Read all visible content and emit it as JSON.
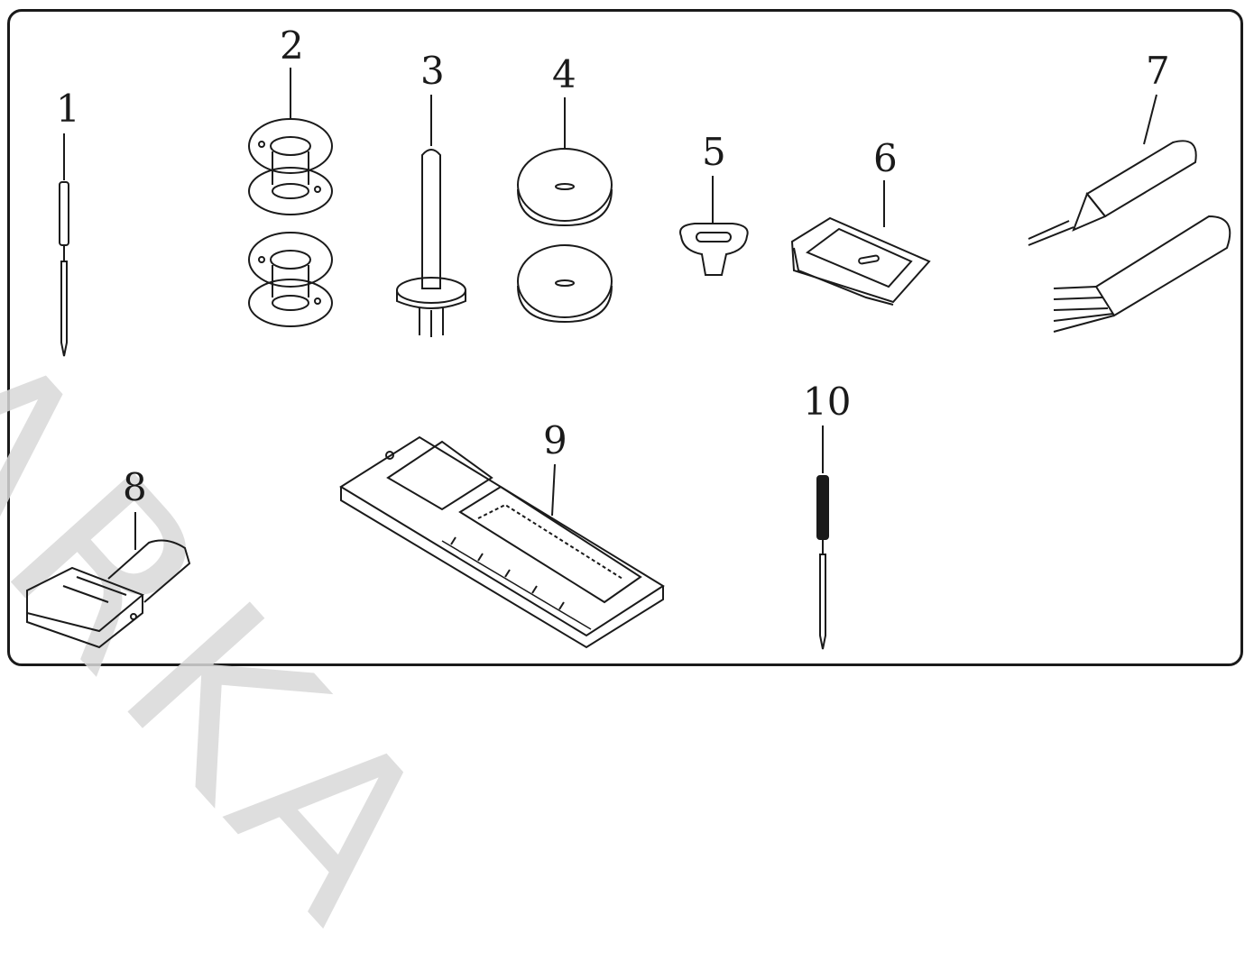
{
  "watermark": "ARKA",
  "parts": [
    {
      "number": "1",
      "icon": "sewing-needle-icon"
    },
    {
      "number": "2",
      "icon": "bobbins-icon"
    },
    {
      "number": "3",
      "icon": "spool-pin-icon"
    },
    {
      "number": "4",
      "icon": "spool-caps-icon"
    },
    {
      "number": "5",
      "icon": "spool-felt-icon"
    },
    {
      "number": "6",
      "icon": "presser-foot-icon"
    },
    {
      "number": "7",
      "icon": "seam-ripper-and-brush-icon"
    },
    {
      "number": "8",
      "icon": "zipper-foot-icon"
    },
    {
      "number": "9",
      "icon": "buttonhole-foot-icon"
    },
    {
      "number": "10",
      "icon": "twin-needle-icon"
    }
  ]
}
